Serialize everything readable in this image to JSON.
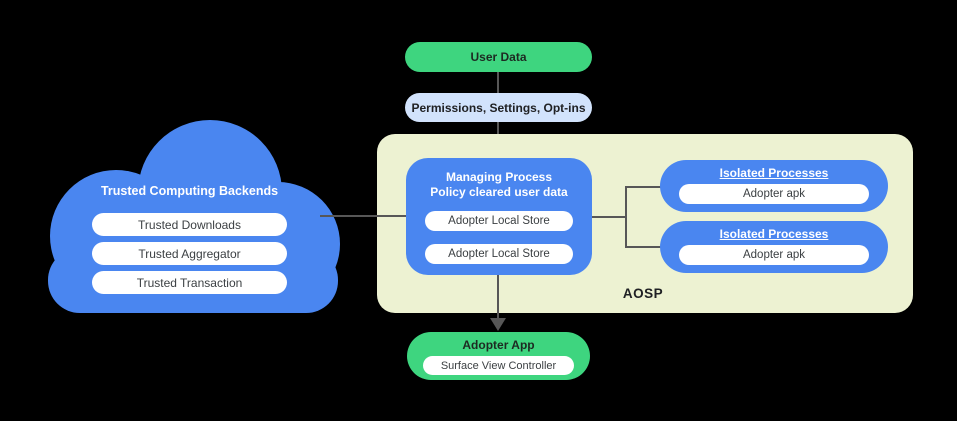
{
  "flow": {
    "user_data_label": "User Data",
    "permissions_label": "Permissions,  Settings, Opt-ins"
  },
  "cloud": {
    "title": "Trusted Computing Backends",
    "items": [
      "Trusted Downloads",
      "Trusted Aggregator",
      "Trusted Transaction"
    ]
  },
  "aosp": {
    "label": "AOSP",
    "managing_process": {
      "title_line1": "Managing Process",
      "title_line2": "Policy cleared user data",
      "stores": [
        "Adopter Local Store",
        "Adopter Local Store"
      ]
    },
    "isolated_processes": [
      {
        "title": "Isolated Processes",
        "item": "Adopter apk"
      },
      {
        "title": "Isolated Processes",
        "item": "Adopter apk"
      }
    ]
  },
  "adopter_app": {
    "title": "Adopter App",
    "item": "Surface View Controller"
  },
  "colors": {
    "background": "#000000",
    "node_blue": "#4a86f0",
    "node_green": "#3ed57f",
    "pill_light_blue": "#d2e3fc",
    "aosp_background": "#edf2d2",
    "connector_gray": "#575757"
  }
}
